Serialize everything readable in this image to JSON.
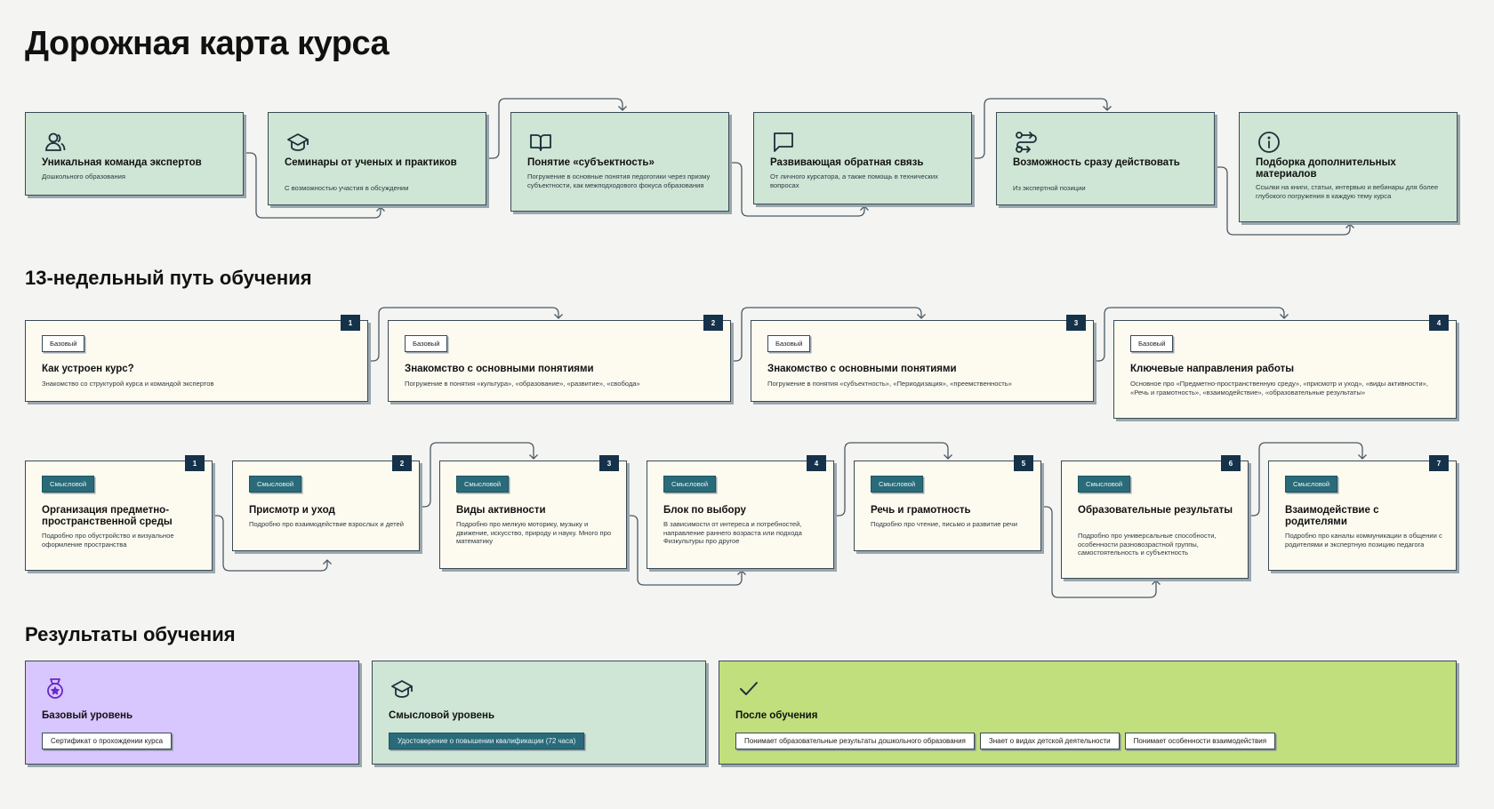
{
  "title": "Дорожная карта курса",
  "features": [
    {
      "icon": "people-icon",
      "title": "Уникальная команда экспертов",
      "desc": "Дошкольного образования"
    },
    {
      "icon": "graduation-cap-icon",
      "title": "Семинары от ученых и практиков",
      "desc": "С возможностью участия в обсуждении"
    },
    {
      "icon": "book-icon",
      "title": "Понятие «субъектность»",
      "desc": "Погружение в основные понятия педогогики через призму субъектности, как межподходового фокуса образования"
    },
    {
      "icon": "chat-icon",
      "title": "Развивающая обратная связь",
      "desc": "От личного курсатора, а также помощь в технических вопросах"
    },
    {
      "icon": "route-icon",
      "title": "Возможность сразу действовать",
      "desc": "Из экспертной позиции"
    },
    {
      "icon": "info-icon",
      "title": "Подборка дополнительных материалов",
      "desc": "Ссылки на книги, статьи, интервью и вебинары для более глубокого погружения в каждую тему курса"
    }
  ],
  "path_title": "13-недельный путь обучения",
  "basic_modules": [
    {
      "tag": "Базовый",
      "num": "1",
      "title": "Как устроен курс?",
      "desc": "Знакомство со структурой курса и командой экспертов"
    },
    {
      "tag": "Базовый",
      "num": "2",
      "title": "Знакомство с основными понятиями",
      "desc": "Погружение в понятия «культура», «образование», «развитие», «свобода»"
    },
    {
      "tag": "Базовый",
      "num": "3",
      "title": "Знакомство с основными понятиями",
      "desc": "Погружение в понятия «субъектность», «Периодизация», «преемственность»"
    },
    {
      "tag": "Базовый",
      "num": "4",
      "title": "Ключевые направления работы",
      "desc": "Основное про «Предметно-пространственную среду», «присмотр и уход», «виды активности», «Речь и грамотность», «взаимодействие», «образовательные результаты»"
    }
  ],
  "meaning_modules": [
    {
      "tag": "Смысловой",
      "num": "1",
      "title": "Организация предметно-пространственной среды",
      "desc": "Подробно про обустройство и визуальное оформление пространства"
    },
    {
      "tag": "Смысловой",
      "num": "2",
      "title": "Присмотр и уход",
      "desc": "Подробно про взаимодействие взрослых и детей"
    },
    {
      "tag": "Смысловой",
      "num": "3",
      "title": "Виды активности",
      "desc": "Подробно про мелкую моторику, музыку и движение, искусство, природу и науку. Много про математику"
    },
    {
      "tag": "Смысловой",
      "num": "4",
      "title": "Блок по выбору",
      "desc": "В зависимости от интереса и потребностей, направление раннего возраста или подхода Физкультуры про другое"
    },
    {
      "tag": "Смысловой",
      "num": "5",
      "title": "Речь и грамотность",
      "desc": "Подробно про чтение, письмо и развитие речи"
    },
    {
      "tag": "Смысловой",
      "num": "6",
      "title": "Образовательные результаты",
      "desc": "Подробно про универсальные способности, особенности разновозрастной группы, самостоятельность и субъектность"
    },
    {
      "tag": "Смысловой",
      "num": "7",
      "title": "Взаимодействие с родителями",
      "desc": "Подробно про каналы коммуникации в общении с родителями и экспертную позицию педагога"
    }
  ],
  "results_title": "Результаты обучения",
  "results": [
    {
      "icon": "medal-icon",
      "title": "Базовый уровень",
      "chips": [
        "Сертификат о прохождении курса"
      ]
    },
    {
      "icon": "graduation-cap-icon",
      "title": "Смысловой уровень",
      "chips": [
        "Удостоверение о повышении квалификации (72 часа)"
      ]
    },
    {
      "icon": "check-icon",
      "title": "После обучения",
      "chips": [
        "Понимает образовательные результаты дошкольного образования",
        "Знает о видах детской деятельности",
        "Понимает особенности взаимодействия"
      ]
    }
  ],
  "colors": {
    "green": "#cfe5d5",
    "cream": "#fdfbf0",
    "purple": "#d8c6ff",
    "lime": "#c1df7d",
    "teal_tag": "#2a6b7a",
    "navy_badge": "#15324a"
  }
}
